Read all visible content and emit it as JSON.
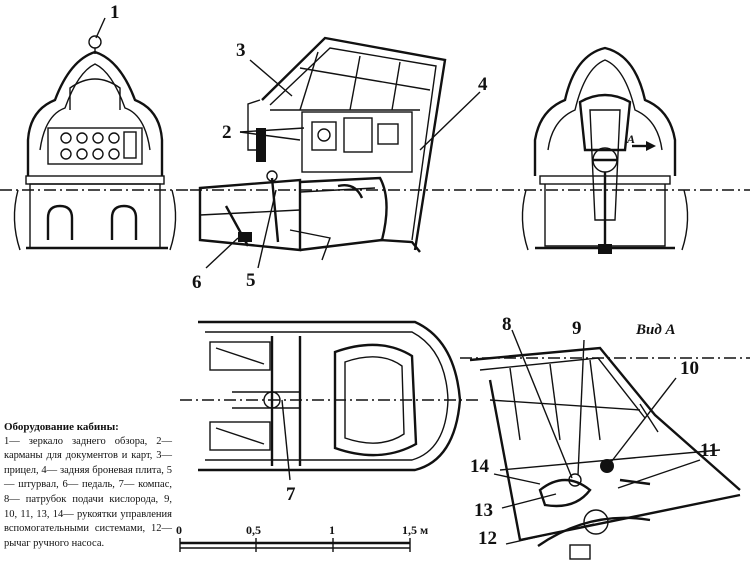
{
  "caption": {
    "title": "Оборудование кабины:",
    "body": "1— зеркало заднего обзора, 2— карманы для документов и карт, 3— прицел, 4— задняя броневая плита, 5— штурвал, 6— педаль, 7— компас, 8— патрубок подачи кислорода, 9, 10, 11, 13, 14— рукоятки управления вспомогательными системами, 12— рычаг ручного насоса."
  },
  "view_title": "Вид А",
  "view_arrow_label": "А",
  "labels": [
    "1",
    "2",
    "3",
    "4",
    "5",
    "6",
    "7",
    "8",
    "9",
    "10",
    "11",
    "12",
    "13",
    "14"
  ],
  "scale": {
    "ticks": [
      "0",
      "0,5",
      "1",
      "1,5 м"
    ]
  }
}
